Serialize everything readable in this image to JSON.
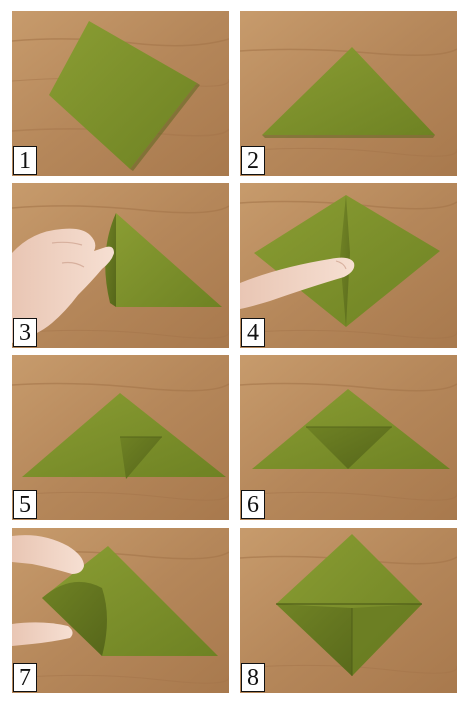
{
  "steps": [
    {
      "label": "1"
    },
    {
      "label": "2"
    },
    {
      "label": "3"
    },
    {
      "label": "4"
    },
    {
      "label": "5"
    },
    {
      "label": "6"
    },
    {
      "label": "7"
    },
    {
      "label": "8"
    }
  ],
  "colors": {
    "paper_green": "#7b8f2a",
    "paper_green_dark": "#5f6f1d",
    "paper_green_light": "#8fa33a",
    "wood": "#b88a5c",
    "wood_light": "#c99c6d",
    "wood_dark": "#9c7048",
    "skin": "#f0d5c6",
    "skin_shadow": "#d9b3a2"
  }
}
